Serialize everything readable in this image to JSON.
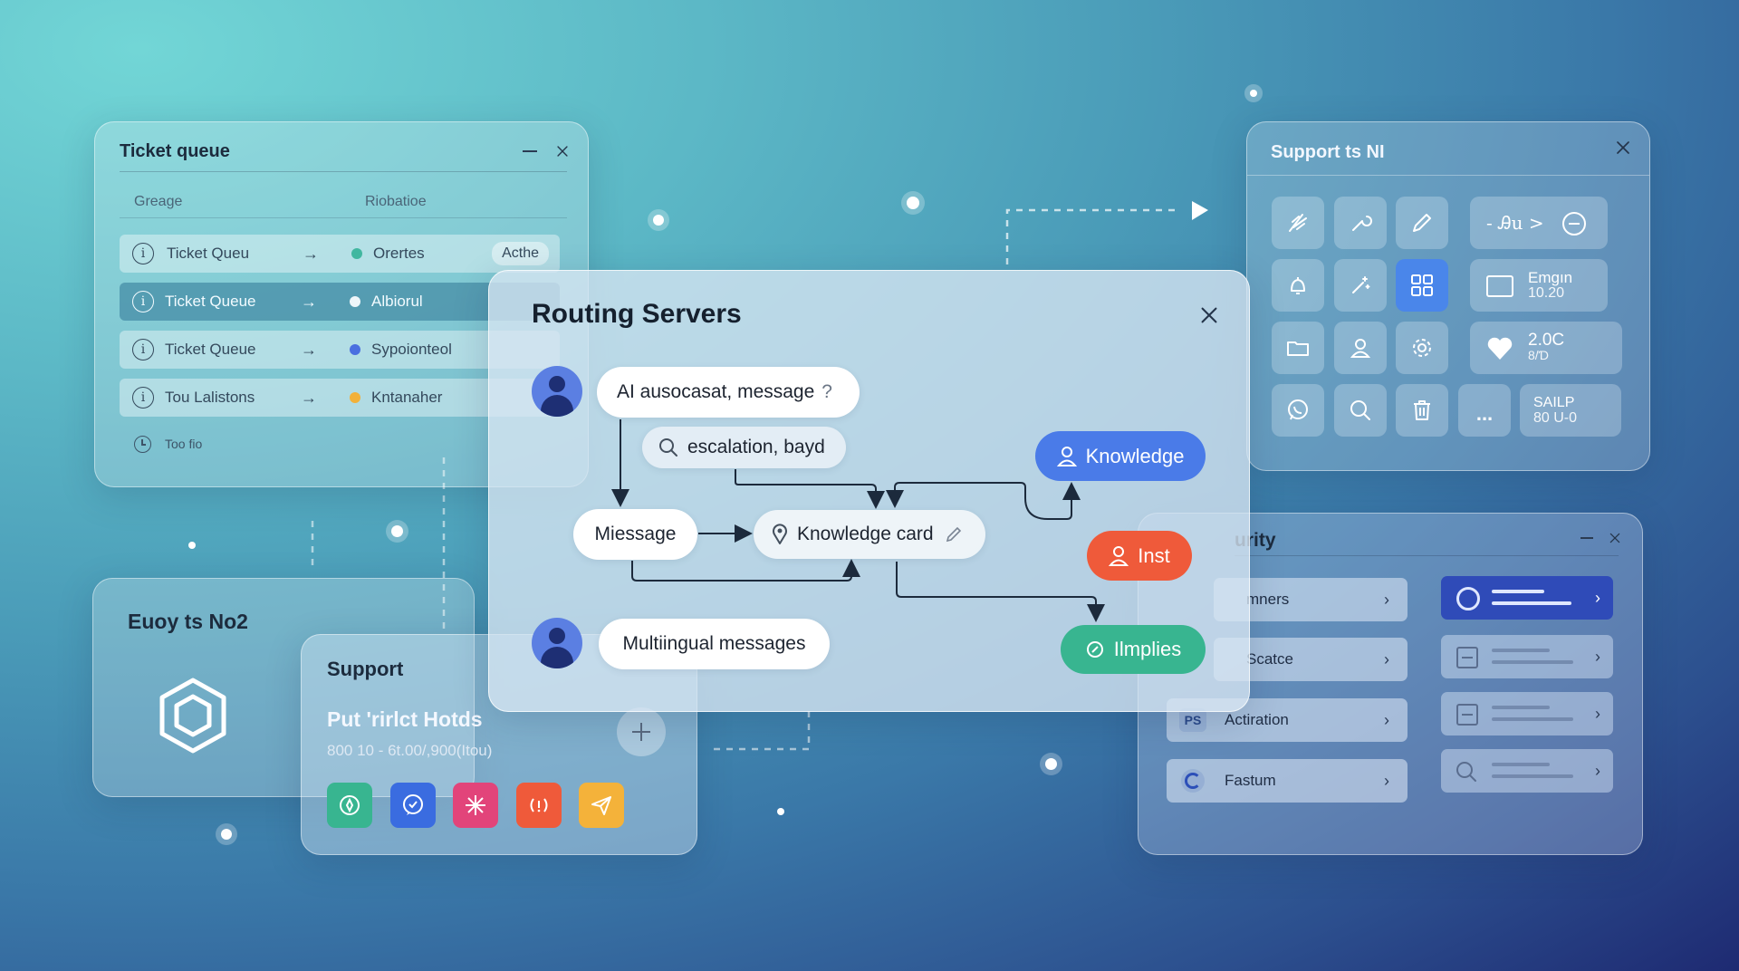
{
  "colors": {
    "accent_blue": "#4a7be8",
    "accent_orange": "#ef5a3a",
    "accent_green": "#38b590",
    "status_green": "#41b7a0",
    "status_white": "#eef6fa",
    "status_blue": "#4a6fe0",
    "status_yellow": "#f2b13a"
  },
  "ticket_queue": {
    "title": "Ticket queue",
    "col1": "Greage",
    "col2": "Riobatioe",
    "rows": [
      {
        "label": "Ticket Queu",
        "status": "Orertes",
        "badge": "Acthe"
      },
      {
        "label": "Ticket Queue",
        "status": "Albiorul"
      },
      {
        "label": "Ticket Queue",
        "status": "Sypoionteol"
      },
      {
        "label": "Tou Lalistons",
        "status": "Kntanaher"
      }
    ],
    "footer": "Too fio"
  },
  "euoy": {
    "title": "Euoy ts No2"
  },
  "support": {
    "title": "Support",
    "headline": "Put 'rirlct Hotds",
    "sub": "800 10 -   6t.00/,900(Itou)",
    "apps": [
      "shield-app",
      "chat-app",
      "sparkle-app",
      "broadcast-app",
      "send-app"
    ]
  },
  "routing": {
    "title": "Routing Servers",
    "top_message": "AI ausocasat, message",
    "top_message_q": "?",
    "search_chip": "escalation, bayd",
    "miessage": "Miessage",
    "knowledge_card": "Knowledge card",
    "bottom_message": "Multiingual messages",
    "knowledge_btn": "Knowledge",
    "inst_btn": "Inst",
    "implies_btn": "Ilmplies"
  },
  "support_ni": {
    "title": "Support ts NI",
    "icons": [
      "feather-icon",
      "wrench-icon",
      "pencil-icon",
      "bell-icon",
      "magic-icon",
      "grid-icon",
      "folder-icon",
      "user-icon",
      "gear-icon",
      "whatsapp-icon",
      "search-icon",
      "trash-icon"
    ],
    "wide1": "- Ꭿu >",
    "wide2_l1": "Emgın",
    "wide2_l2": "10.20",
    "wide3_l1": "2.0C",
    "wide3_l2": "8/Ɗ",
    "more": "...",
    "wide4_l1": "SAILP",
    "wide4_l2": "80 U-0"
  },
  "security": {
    "title": "urity",
    "items": [
      {
        "label": "mners"
      },
      {
        "label": "Scatce"
      },
      {
        "label": "Actiration",
        "prefix": "PS"
      },
      {
        "label": "Fastum"
      }
    ]
  }
}
